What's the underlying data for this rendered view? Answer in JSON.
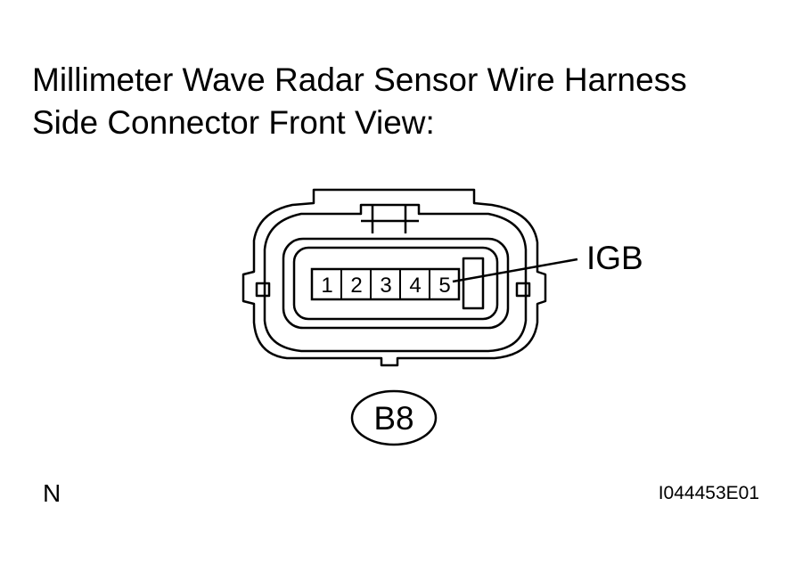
{
  "title": {
    "line1": "Millimeter Wave Radar Sensor Wire Harness",
    "line2": "Side Connector Front View:"
  },
  "connector": {
    "pins": [
      "1",
      "2",
      "3",
      "4",
      "5"
    ],
    "callout_label": "IGB",
    "connector_id": "B8"
  },
  "footer": {
    "left_mark": "N",
    "figure_id": "I044453E01"
  }
}
